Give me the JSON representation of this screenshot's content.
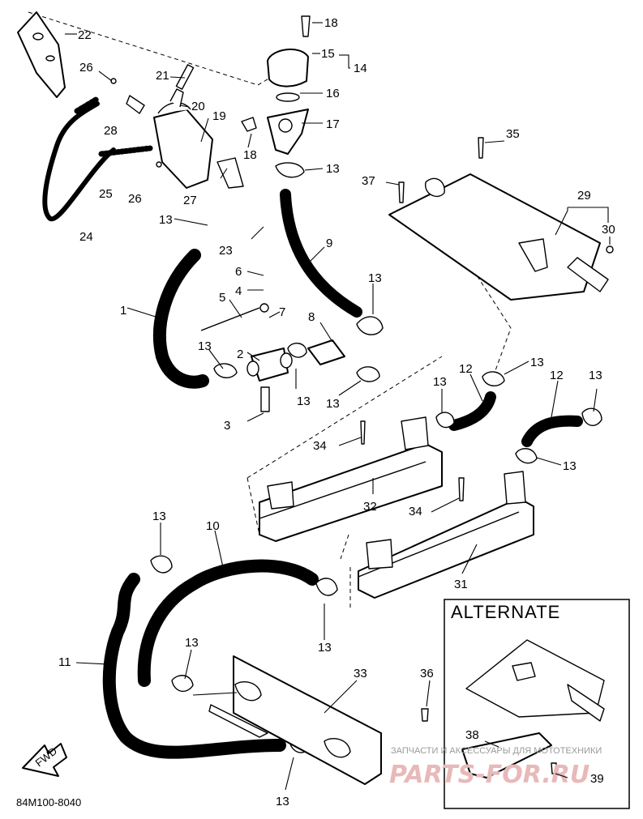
{
  "diagram": {
    "drawing_code": "84M100-8040",
    "alternate_label": "ALTERNATE",
    "fwd_label": "FWD",
    "watermark_text": "ЗАПЧАСТИ И АКСЕССУАРЫ ДЛЯ МОТОТЕХНИКИ",
    "brand_text": "PARTS-FOR.RU",
    "callouts": [
      "1",
      "2",
      "3",
      "4",
      "5",
      "6",
      "7",
      "8",
      "9",
      "10",
      "11",
      "12",
      "13",
      "14",
      "15",
      "16",
      "17",
      "18",
      "19",
      "20",
      "21",
      "22",
      "23",
      "24",
      "25",
      "26",
      "27",
      "28",
      "29",
      "30",
      "31",
      "32",
      "33",
      "34",
      "35",
      "36",
      "37",
      "38",
      "39"
    ]
  }
}
